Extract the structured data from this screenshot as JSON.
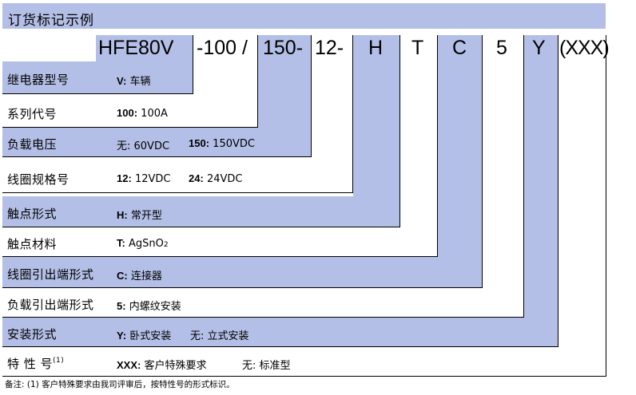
{
  "title": "订货标记示例",
  "codes": [
    {
      "id": "model",
      "text": "HFE80V"
    },
    {
      "id": "series",
      "text": "-100 /"
    },
    {
      "id": "voltage",
      "text": "150-"
    },
    {
      "id": "coil",
      "text": "12-"
    },
    {
      "id": "contact_form",
      "text": "H"
    },
    {
      "id": "contact_material",
      "text": "T"
    },
    {
      "id": "coil_lead",
      "text": "C"
    },
    {
      "id": "load_lead",
      "text": "5"
    },
    {
      "id": "mount",
      "text": "Y"
    },
    {
      "id": "special",
      "text": "(XXX)"
    }
  ],
  "rows": [
    {
      "label": "继电器型号",
      "items": [
        {
          "key": "V:",
          "value": "车辆"
        }
      ]
    },
    {
      "label": "系列代号",
      "items": [
        {
          "key": "100:",
          "value": "100A"
        }
      ]
    },
    {
      "label": "负载电压",
      "items": [
        {
          "key": "",
          "value": "无: 60VDC"
        },
        {
          "key": "150:",
          "value": "150VDC"
        }
      ]
    },
    {
      "label": "线圈规格号",
      "items": [
        {
          "key": "12:",
          "value": "12VDC"
        },
        {
          "key": "24:",
          "value": "24VDC"
        }
      ]
    },
    {
      "label": "触点形式",
      "items": [
        {
          "key": "H:",
          "value": "常开型"
        }
      ]
    },
    {
      "label": "触点材料",
      "items": [
        {
          "key": "T:",
          "value": "AgSnO",
          "sub": "2"
        }
      ]
    },
    {
      "label": "线圈引出端形式",
      "items": [
        {
          "key": "C:",
          "value": "连接器"
        }
      ]
    },
    {
      "label": "负载引出端形式",
      "items": [
        {
          "key": "5:",
          "value": "内螺纹安装"
        }
      ]
    },
    {
      "label": "安装形式",
      "items": [
        {
          "key": "Y:",
          "value": "卧式安装"
        },
        {
          "key": "",
          "value": "无: 立式安装"
        }
      ]
    },
    {
      "label": "特 性 号",
      "label_sup": "(1)",
      "items": [
        {
          "key": "XXX:",
          "value": "客户特殊要求"
        },
        {
          "key": "",
          "value": "无: 标准型"
        }
      ]
    }
  ],
  "footnote": "备注: (1) 客户特殊要求由我司评审后，按特性号的形式标识。",
  "colors": {
    "band": "#b3bfe6",
    "line": "#000000",
    "background": "#ffffff"
  }
}
